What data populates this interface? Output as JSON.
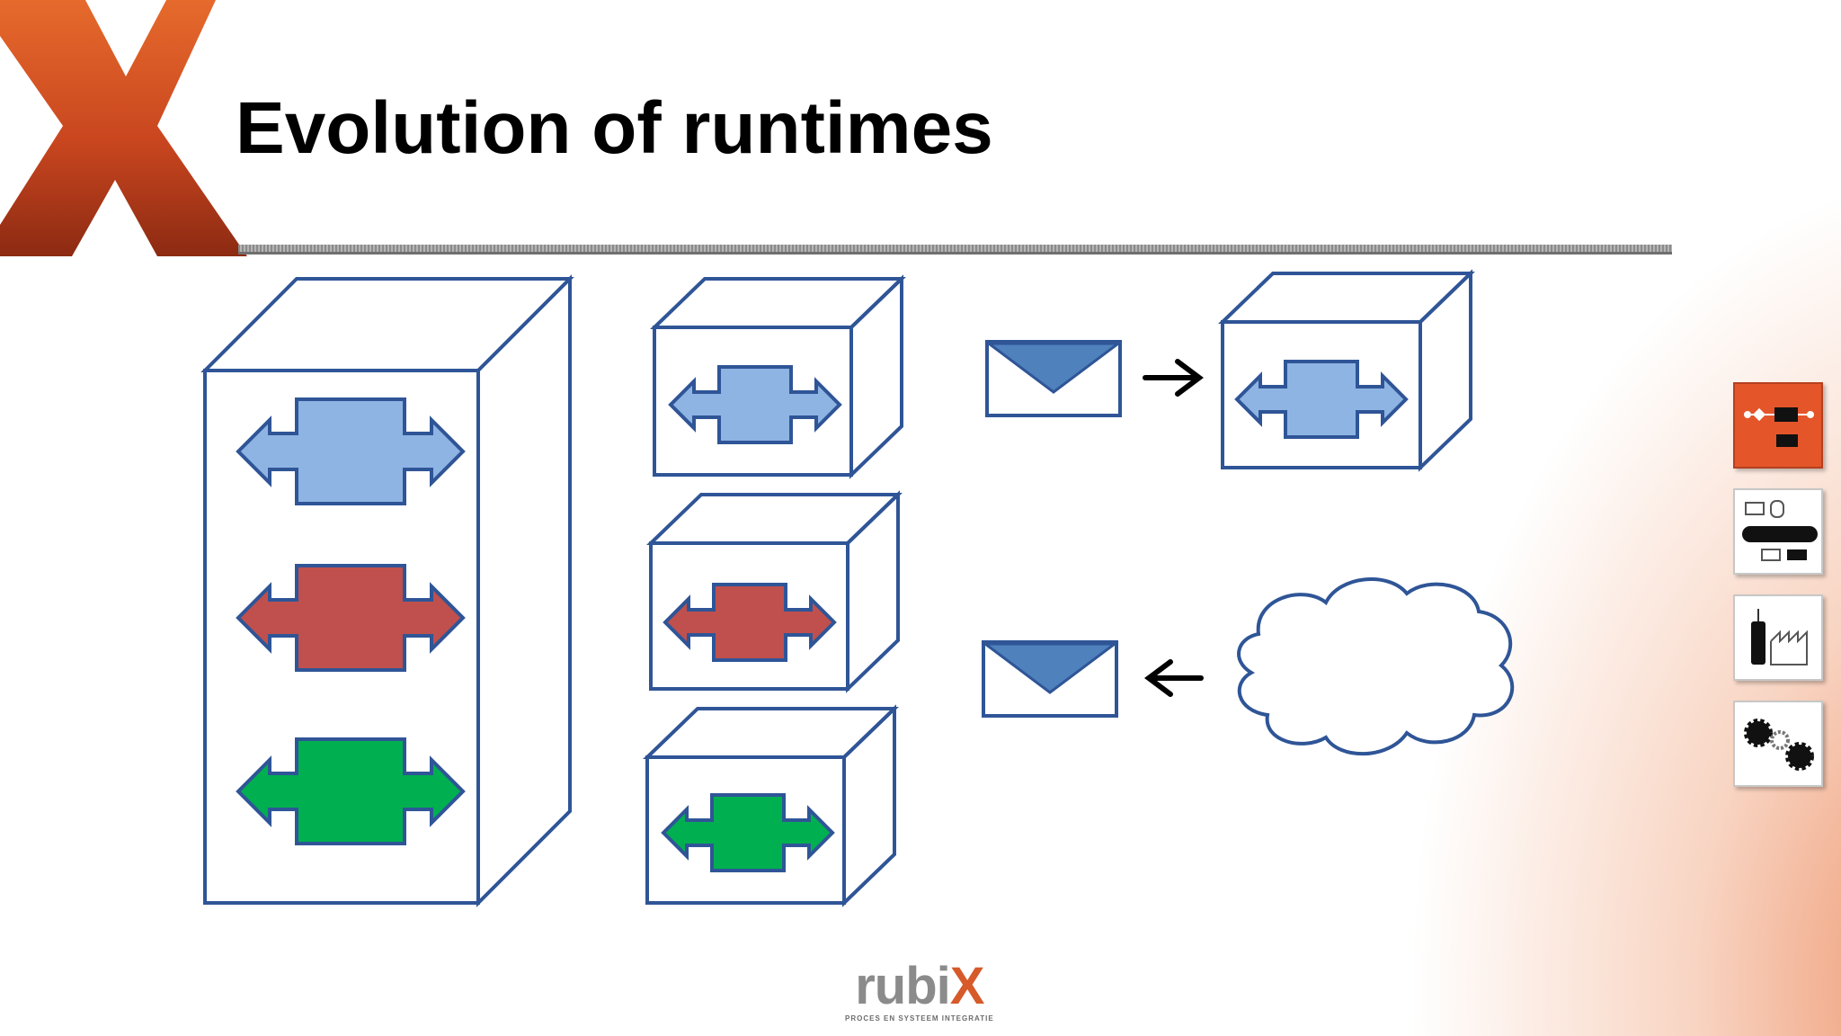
{
  "slide": {
    "title": "Evolution of runtimes"
  },
  "colors": {
    "outline": "#2f5597",
    "blue_fill": "#8eb4e3",
    "red_fill": "#c0504d",
    "green_fill": "#00b050",
    "envelope_fill": "#4f81bd",
    "brand_orange": "#e4552a"
  },
  "diagram": {
    "monolith": {
      "services": [
        "blue",
        "red",
        "green"
      ]
    },
    "containers": [
      {
        "service": "blue"
      },
      {
        "service": "red"
      },
      {
        "service": "green"
      }
    ],
    "message_flows": [
      {
        "icon": "envelope-icon",
        "direction": "right",
        "target": "container-blue"
      },
      {
        "icon": "envelope-icon",
        "direction": "left",
        "source": "cloud"
      }
    ]
  },
  "side_nav": [
    {
      "icon": "process-flow-icon",
      "active": true
    },
    {
      "icon": "system-integration-icon",
      "active": false
    },
    {
      "icon": "factory-icon",
      "active": false
    },
    {
      "icon": "gears-icon",
      "active": false
    }
  ],
  "footer": {
    "brand_prefix": "rubi",
    "brand_suffix": "X",
    "tagline": "PROCES EN SYSTEEM INTEGRATIE"
  }
}
